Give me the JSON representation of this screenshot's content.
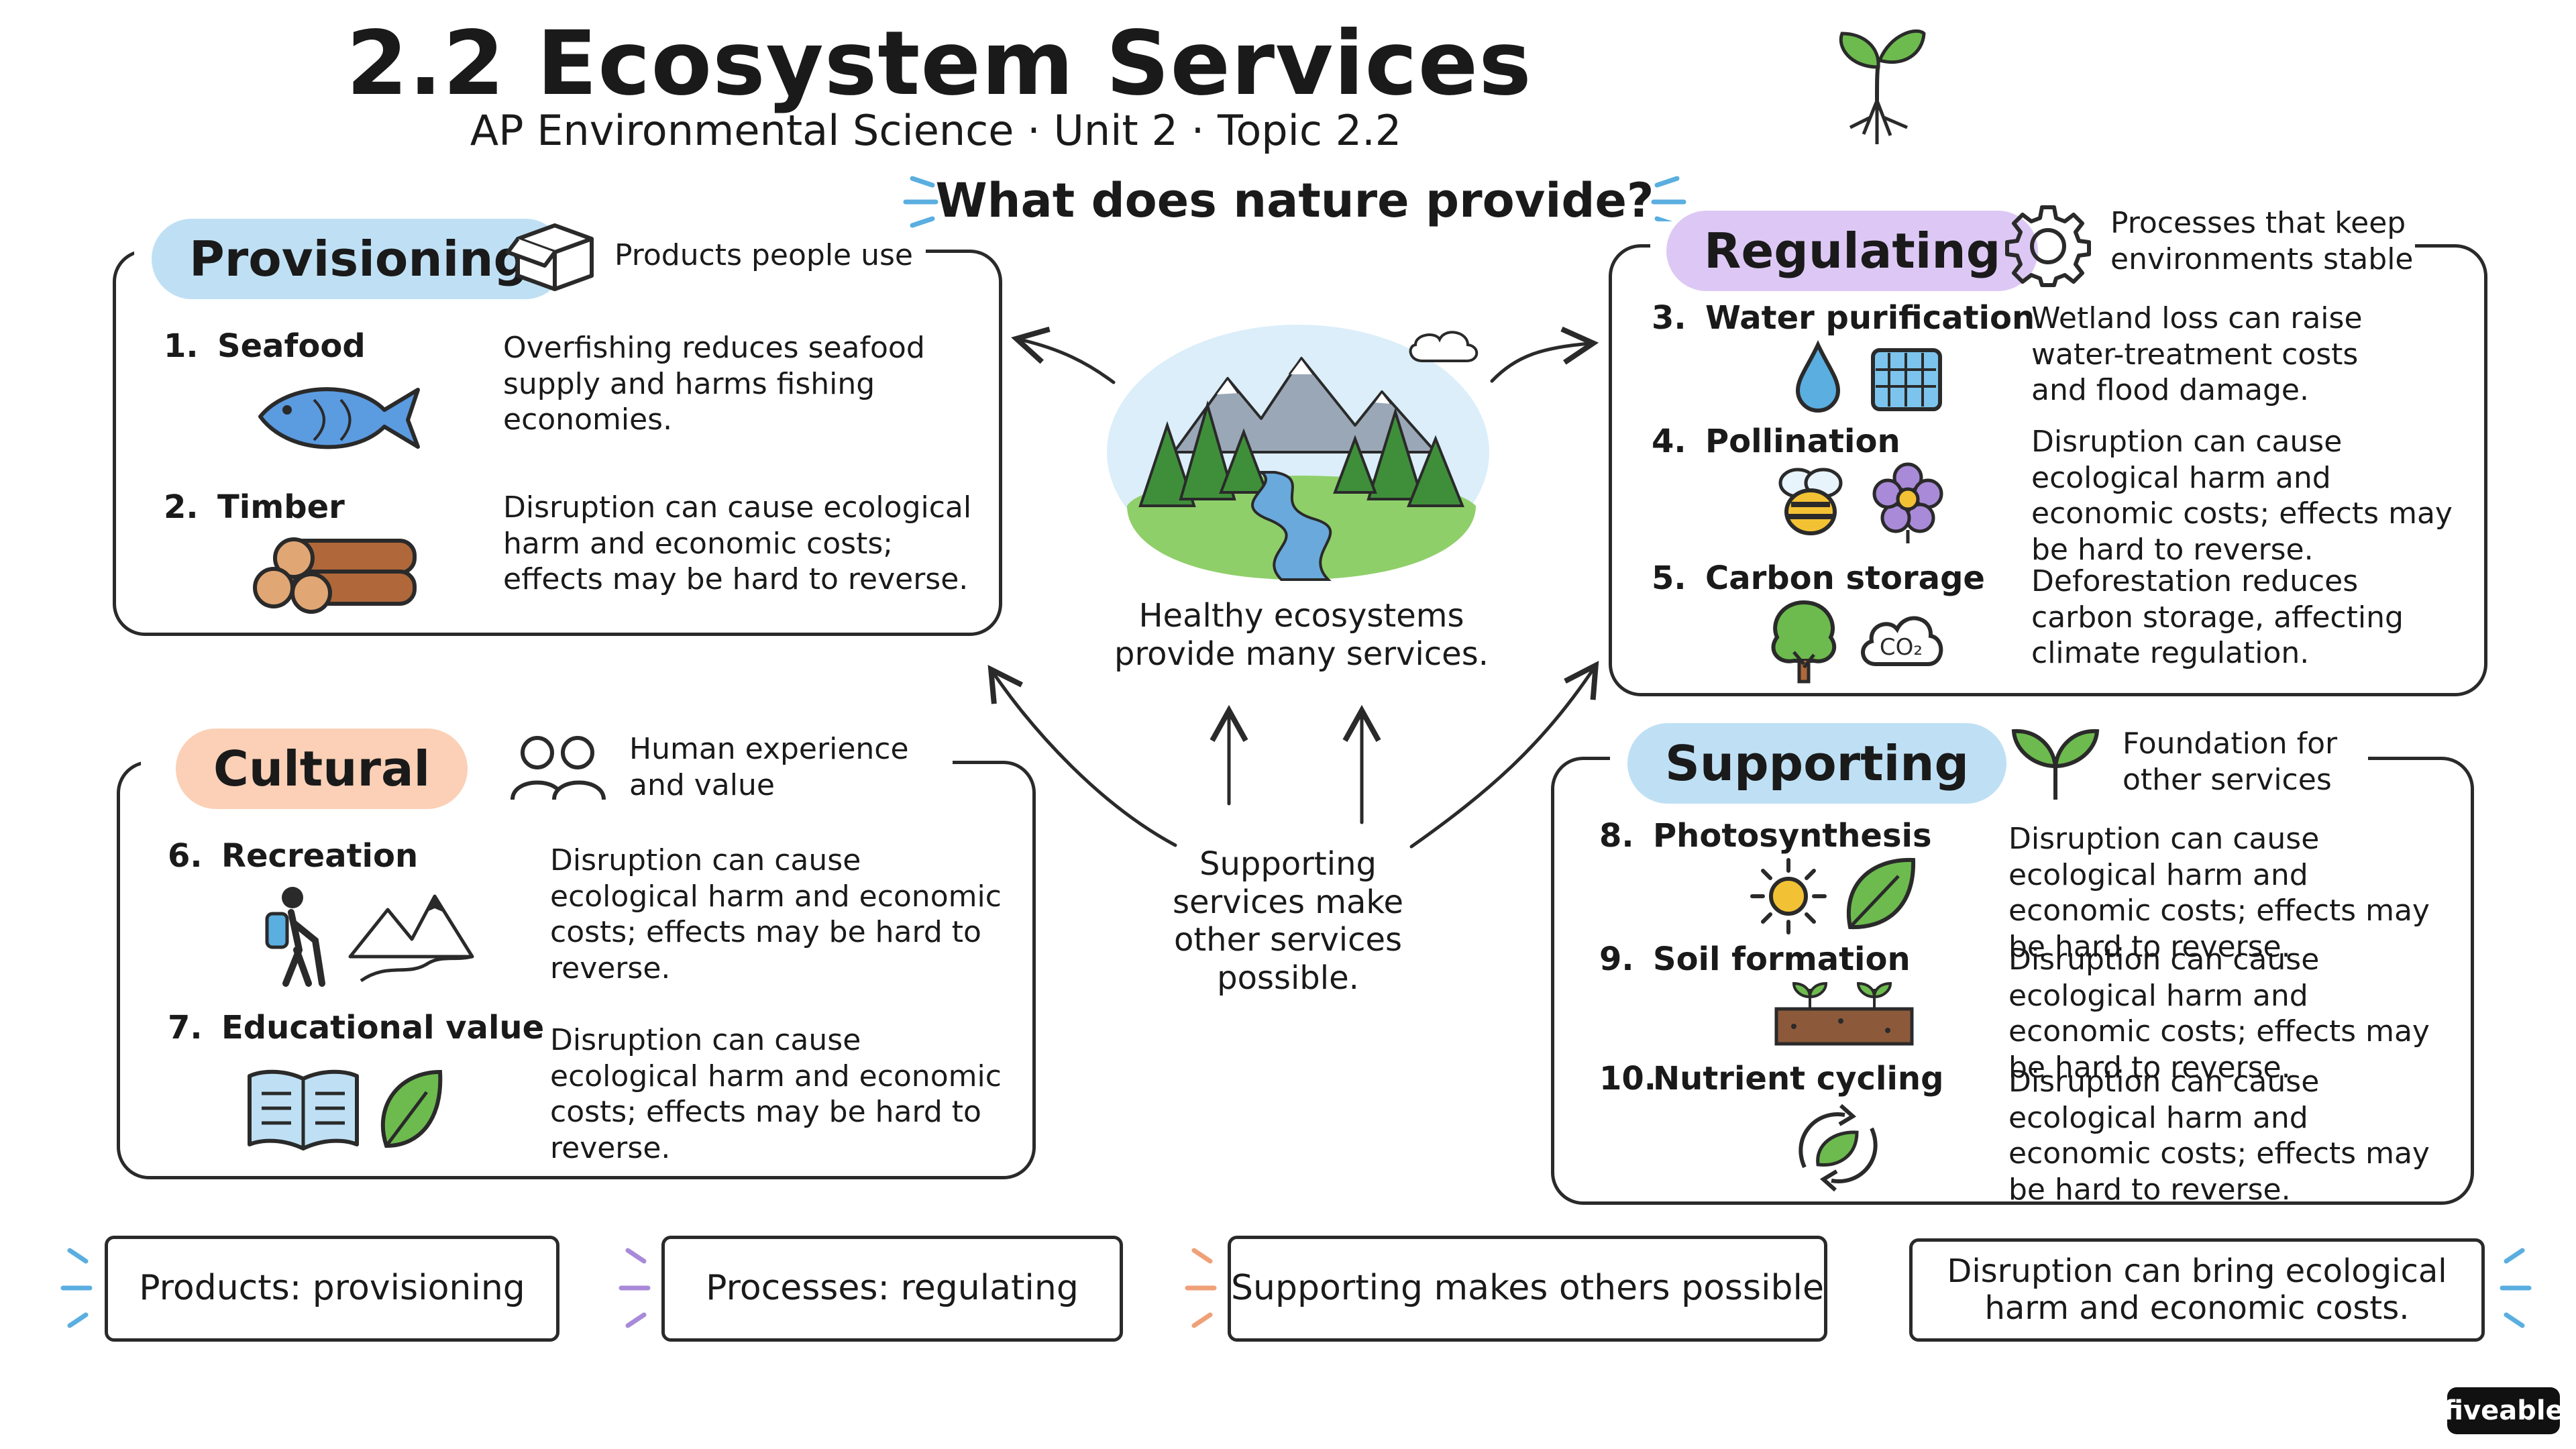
{
  "header": {
    "title": "2.2 Ecosystem Services",
    "subtitle": "AP Environmental Science · Unit 2 · Topic 2.2",
    "question": "What does nature provide?"
  },
  "provisioning": {
    "heading": "Provisioning",
    "tagline": "Products people use",
    "items": [
      {
        "num": "1.",
        "label": "Seafood",
        "desc": "Overfishing reduces seafood supply and harms fishing economies."
      },
      {
        "num": "2.",
        "label": "Timber",
        "desc": "Disruption can cause ecological harm and economic costs; effects may be hard to reverse."
      }
    ]
  },
  "regulating": {
    "heading": "Regulating",
    "tagline": "Processes that keep environments stable",
    "items": [
      {
        "num": "3.",
        "label": "Water purification",
        "desc": "Wetland loss can raise water-treatment costs and flood damage."
      },
      {
        "num": "4.",
        "label": "Pollination",
        "desc": "Disruption can cause ecological harm and economic costs; effects may be hard to reverse."
      },
      {
        "num": "5.",
        "label": "Carbon storage",
        "desc": "Deforestation reduces carbon storage, affecting climate regulation."
      }
    ]
  },
  "cultural": {
    "heading": "Cultural",
    "tagline": "Human experience and value",
    "items": [
      {
        "num": "6.",
        "label": "Recreation",
        "desc": "Disruption can cause ecological harm and economic costs; effects may be hard to reverse."
      },
      {
        "num": "7.",
        "label": "Educational value",
        "desc": "Disruption can cause ecological harm and economic costs; effects may be hard to reverse."
      }
    ]
  },
  "supporting": {
    "heading": "Supporting",
    "tagline": "Foundation for other services",
    "items": [
      {
        "num": "8.",
        "label": "Photosynthesis",
        "desc": "Disruption can cause ecological harm and economic costs; effects may be hard to reverse."
      },
      {
        "num": "9.",
        "label": "Soil formation",
        "desc": "Disruption can cause ecological harm and economic costs; effects may be hard to reverse."
      },
      {
        "num": "10.",
        "label": "Nutrient cycling",
        "desc": "Disruption can cause ecological harm and economic costs; effects may be hard to reverse."
      }
    ]
  },
  "center": {
    "ecosystem_label": "Healthy ecosystems provide many services.",
    "supporting_label": "Supporting services make other services possible.",
    "co2_label": "CO₂"
  },
  "summary": [
    "Products: provisioning",
    "Processes: regulating",
    "Supporting makes others possible",
    "Disruption can bring ecological harm and economic costs."
  ],
  "brand": "fiveable",
  "colors": {
    "provisioning_chip": "#bfe0f4",
    "regulating_chip": "#ddc8f5",
    "cultural_chip": "#fbd0b6",
    "supporting_chip": "#bfe0f4",
    "accent_blue": "#5aaee0",
    "accent_purple": "#a98ad8",
    "accent_orange": "#f0a078"
  }
}
